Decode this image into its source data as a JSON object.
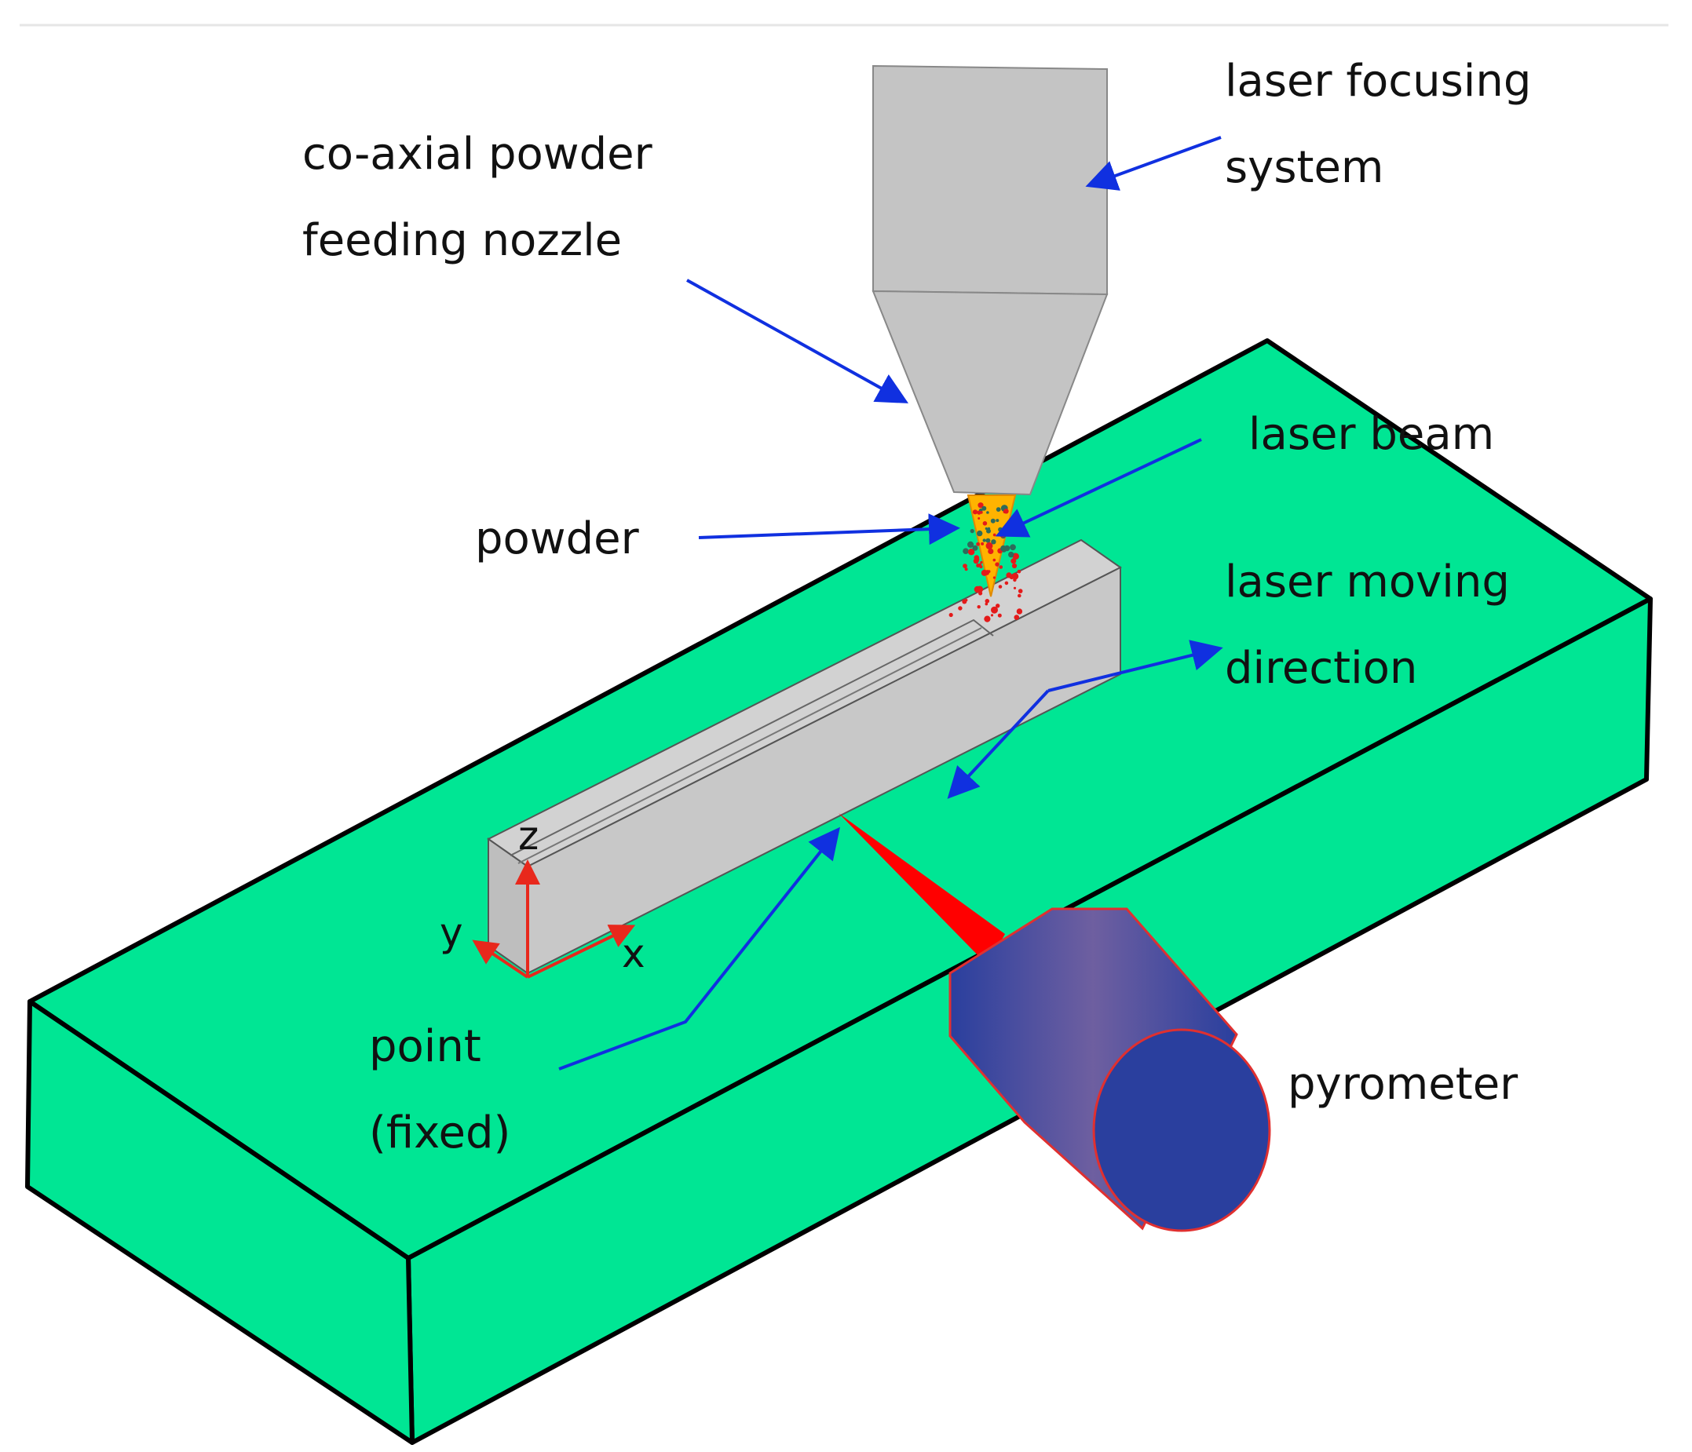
{
  "labels": {
    "laser_focusing_line1": "laser focusing",
    "laser_focusing_line2": "system",
    "nozzle_line1": "co-axial powder",
    "nozzle_line2": "feeding nozzle",
    "laser_beam": "laser beam",
    "powder": "powder",
    "moving_line1": "laser moving",
    "moving_line2": "direction",
    "point_line1": "point",
    "point_line2": "(fixed)",
    "pyrometer": "pyrometer"
  },
  "axes": {
    "z": "z",
    "y": "y",
    "x": "x"
  },
  "colors": {
    "substrate": "#00E694",
    "part": "#C8C8C8",
    "part_top": "#D0D0D0",
    "nozzle": "#C4C4C4",
    "beam": "#FFB300",
    "leader_arrow": "#1030E0",
    "axis": "#E8281C",
    "pyrometer_light": "#6E5FA0",
    "pyrometer_dark": "#2A3F9E",
    "pyrometer_beam": "#FF0000"
  }
}
